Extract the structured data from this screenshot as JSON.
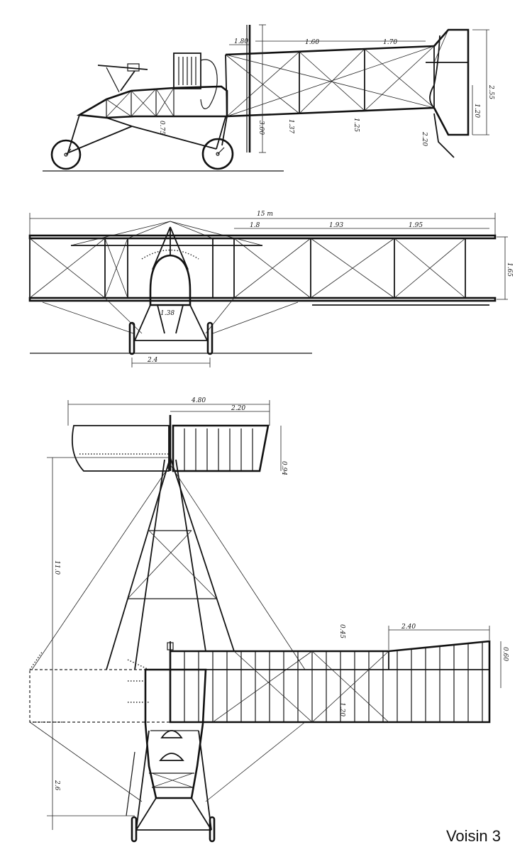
{
  "caption": "Voisin 3",
  "views": {
    "side": {
      "dims": [
        "1.80",
        "1.60",
        "1.70",
        "2.55",
        "1.20",
        "3.00",
        "1.37",
        "1.25",
        "2.20",
        "0.75"
      ]
    },
    "front": {
      "span_label": "15 m",
      "bay_labels": [
        "1.8",
        "1.93",
        "1.95"
      ],
      "gap_label": "1.65",
      "track_label": "2.4",
      "cell_label": "1.38"
    },
    "plan": {
      "tail_dims": [
        "4.80",
        "2.20",
        "0.94"
      ],
      "wing_dims": [
        "2.40",
        "0.45",
        "0.60",
        "1.20"
      ],
      "length_dims": [
        "11.0",
        "2.6"
      ]
    }
  }
}
